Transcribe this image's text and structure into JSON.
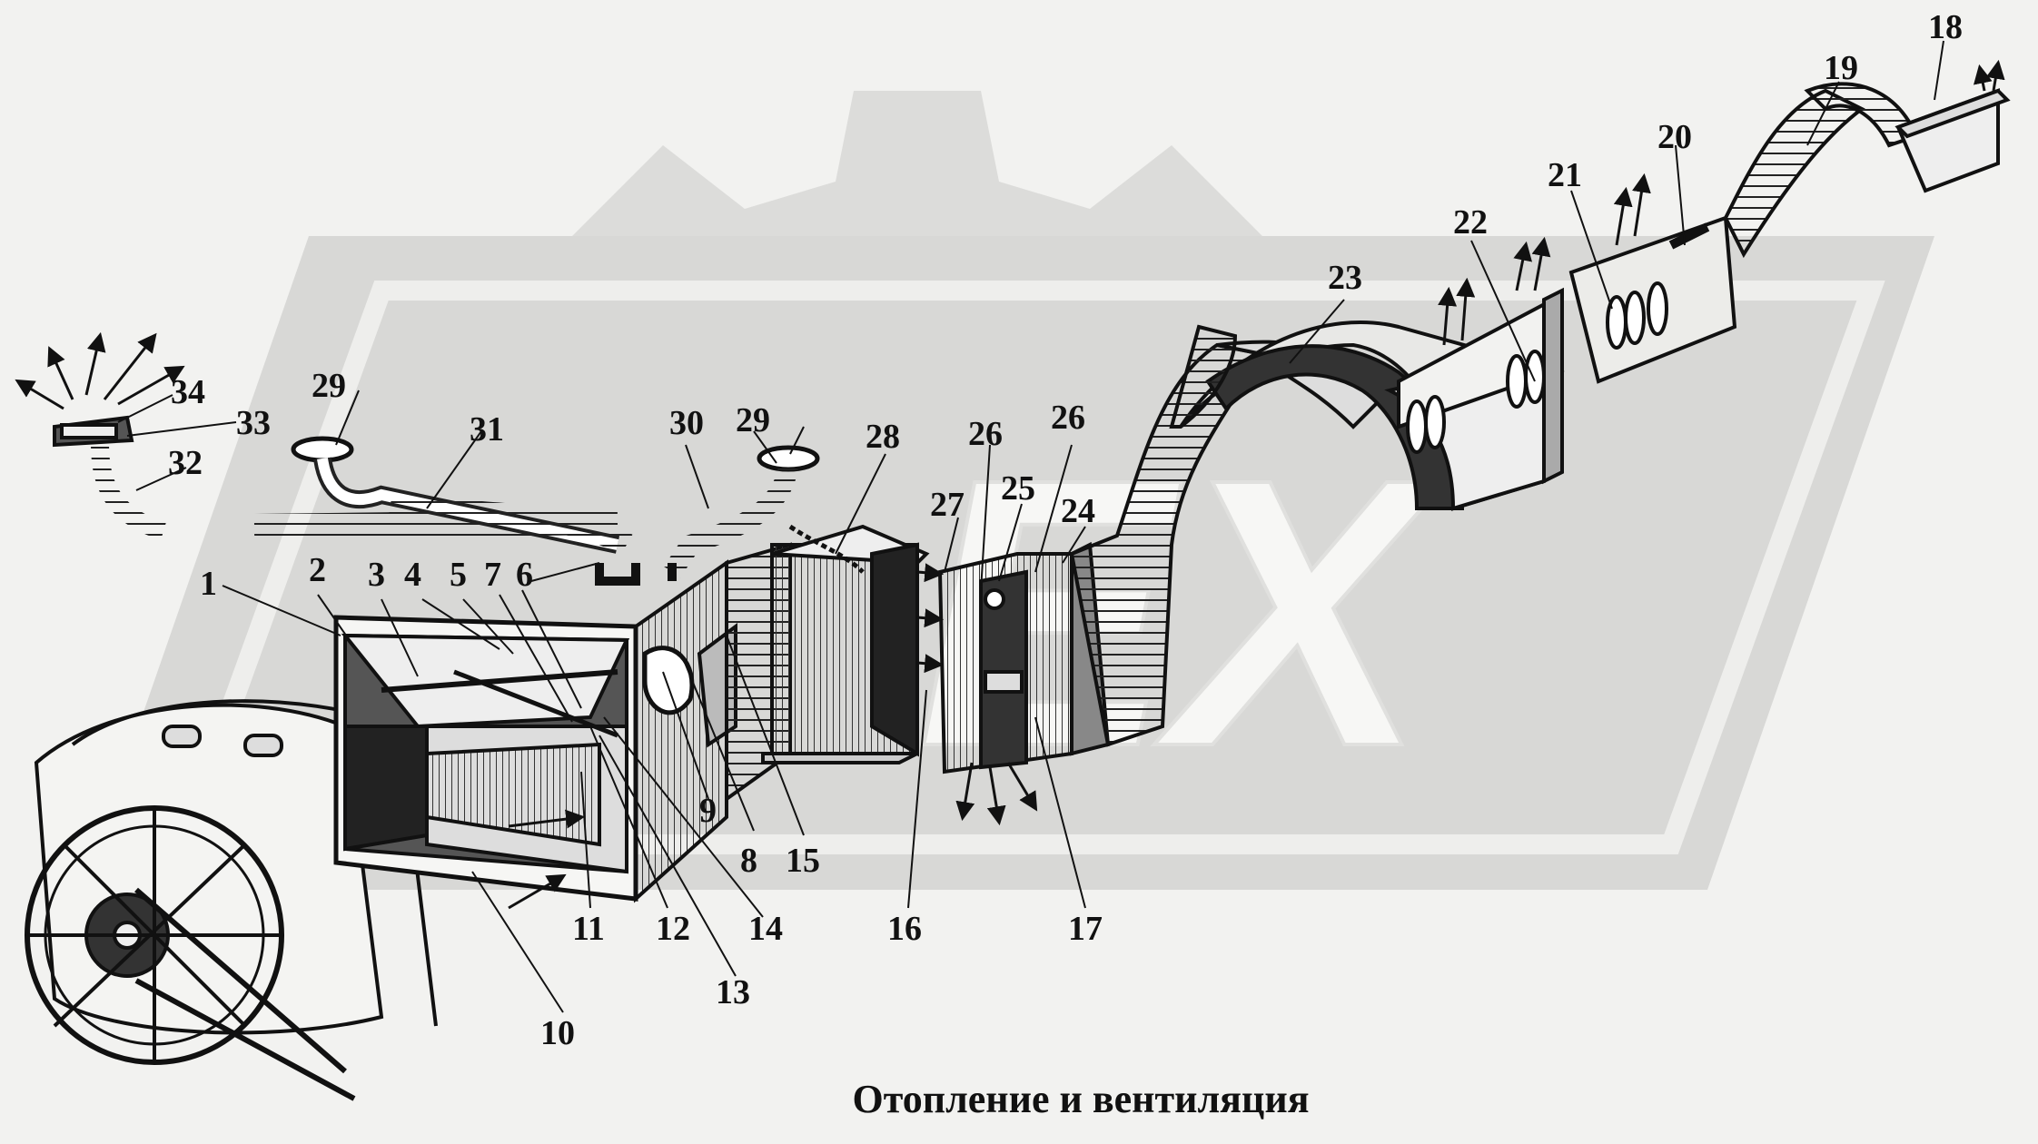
{
  "caption": "Отопление и вентиляция",
  "watermark": "EX",
  "callouts": {
    "n1": "1",
    "n2": "2",
    "n3": "3",
    "n4": "4",
    "n5": "5",
    "n6": "6",
    "n7": "7",
    "n8": "8",
    "n9": "9",
    "n10": "10",
    "n11": "11",
    "n12": "12",
    "n13": "13",
    "n14": "14",
    "n15": "15",
    "n16": "16",
    "n17": "17",
    "n18": "18",
    "n19": "19",
    "n20": "20",
    "n21": "21",
    "n22": "22",
    "n23": "23",
    "n24": "24",
    "n25": "25",
    "n26a": "26",
    "n26b": "26",
    "n27": "27",
    "n28": "28",
    "n29a": "29",
    "n29b": "29",
    "n30": "30",
    "n31": "31",
    "n32": "32",
    "n33": "33",
    "n34": "34"
  }
}
